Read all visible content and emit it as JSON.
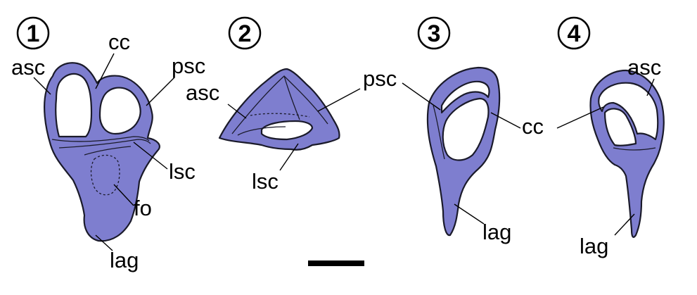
{
  "panels": [
    {
      "number": "1",
      "labels": {
        "asc": "asc",
        "cc": "cc",
        "psc": "psc",
        "lsc": "lsc",
        "fo": "fo",
        "lag": "lag"
      }
    },
    {
      "number": "2",
      "labels": {
        "asc": "asc",
        "psc": "psc",
        "lsc": "lsc"
      }
    },
    {
      "number": "3",
      "labels": {
        "cc": "cc",
        "lag": "lag"
      }
    },
    {
      "number": "4",
      "labels": {
        "asc": "asc",
        "lag": "lag"
      }
    }
  ],
  "colors": {
    "fill": "#7E7ECF",
    "outline": "#1a1a2a",
    "scale_bar": "#000000"
  },
  "icons": {
    "scale_bar": "scale-bar"
  }
}
